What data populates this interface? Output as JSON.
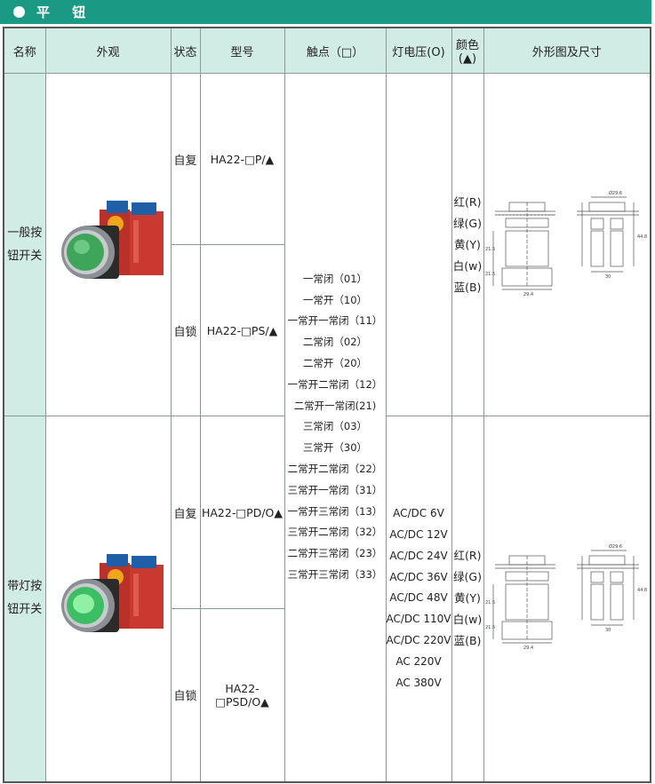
{
  "header": {
    "title": "平 钮"
  },
  "columns": [
    "名称",
    "外观",
    "状态",
    "型号",
    "触点（□）",
    "灯电压(O)",
    "颜色(▲)",
    "外形图及尺寸"
  ],
  "columns_color_line1": "颜色",
  "columns_color_line2": "(▲)",
  "rows": [
    {
      "name_line1": "一般按",
      "name_line2": "钮开关",
      "variants": [
        {
          "state": "自复",
          "model": "HA22-□P/▲"
        },
        {
          "state": "自锁",
          "model": "HA22-□PS/▲"
        }
      ],
      "colors": [
        "红(R)",
        "绿(G)",
        "黄(Y)",
        "白(w)",
        "蓝(B)"
      ]
    },
    {
      "name_line1": "带灯按",
      "name_line2": "钮开关",
      "variants": [
        {
          "state": "自复",
          "model": "HA22-□PD/O▲"
        },
        {
          "state": "自锁",
          "model": "HA22-□PSD/O▲"
        }
      ],
      "colors": [
        "红(R)",
        "绿(G)",
        "黄(Y)",
        "白(w)",
        "蓝(B)"
      ]
    }
  ],
  "contacts": [
    "一常闭（01）",
    "一常开（10）",
    "一常开一常闭（11）",
    "二常闭（02）",
    "二常开（20）",
    "一常开二常闭（12）",
    "二常开一常闭(21)",
    "三常闭（03）",
    "三常开（30）",
    "二常开二常闭（22）",
    "三常开一常闭（31）",
    "一常开三常闭（13）",
    "三常开二常闭（32）",
    "二常开三常闭（23）",
    "三常开三常闭（33）"
  ],
  "voltages": [
    "AC/DC 6V",
    "AC/DC 12V",
    "AC/DC 24V",
    "AC/DC 36V",
    "AC/DC 48V",
    "AC/DC 110V",
    "AC/DC 220V",
    "AC 220V",
    "AC 380V"
  ],
  "drawing": {
    "diameter_label": "Ø29.6",
    "dim_width": "29.4",
    "dim_width2": "30",
    "dim_height": "44.8",
    "dim_a": "21.5",
    "dim_b": "21.5"
  },
  "colors_theme": {
    "header_bg": "#1a9a85",
    "cell_bg": "#d1ebe5"
  }
}
